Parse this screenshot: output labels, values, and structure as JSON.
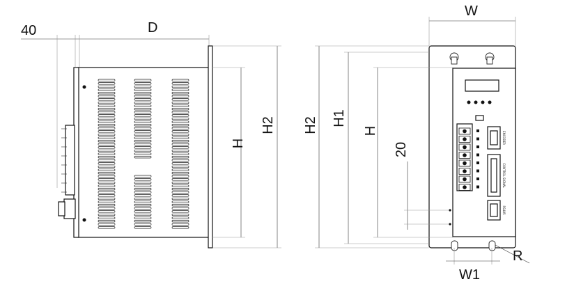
{
  "diagram": {
    "side_view": {
      "labels": {
        "offset": "40",
        "depth": "D",
        "height": "H",
        "height2": "H2"
      }
    },
    "front_view": {
      "labels": {
        "width": "W",
        "height2": "H2",
        "height1": "H1",
        "height": "H",
        "spacing": "20",
        "mount_width": "W1",
        "radius": "R"
      },
      "connector_labels": [
        "ENCODER",
        "CONTROL SIGNAL",
        "RS485"
      ]
    }
  }
}
